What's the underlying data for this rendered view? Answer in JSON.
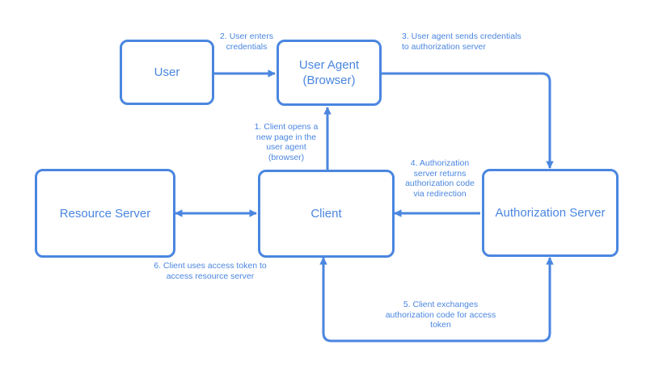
{
  "colors": {
    "accent": "#4a86e0",
    "background": "#ffffff"
  },
  "nodes": {
    "user": "User",
    "user_agent": "User Agent\n(Browser)",
    "resource_server": "Resource Server",
    "client": "Client",
    "authorization_server": "Authorization Server"
  },
  "steps": {
    "step1": "1. Client opens a\nnew page in the\nuser agent\n(browser)",
    "step2": "2. User enters\ncredentials",
    "step3": "3. User agent sends credentials\nto authorization server",
    "step4": "4. Authorization\nserver returns\nauthorization code\nvia redirection",
    "step5": "5. Client exchanges\nauthorization code for access\ntoken",
    "step6": "6. Client uses access token to\naccess resource server"
  }
}
